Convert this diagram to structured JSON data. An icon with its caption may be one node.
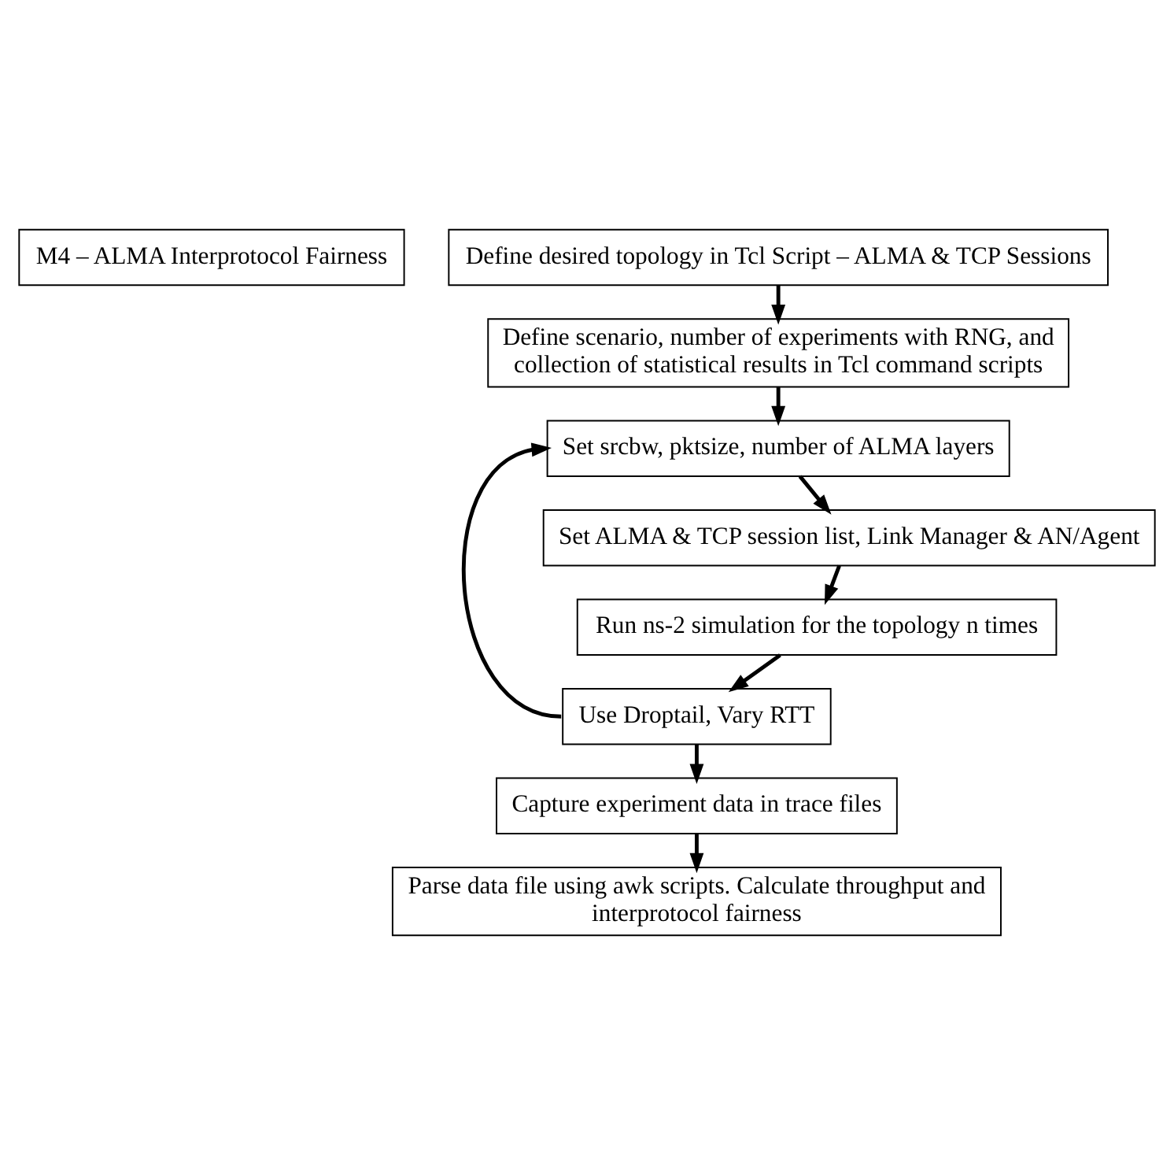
{
  "diagram": {
    "nodes": [
      {
        "text": [
          "M4 – ALMA Interprotocol Fairness"
        ]
      },
      {
        "text": [
          "Define desired topology in Tcl Script – ALMA & TCP Sessions"
        ]
      },
      {
        "text": [
          "Define scenario, number of experiments with RNG, and collection of statistical results in Tcl command scripts"
        ]
      },
      {
        "text": [
          "Set srcbw, pktsize, number of ALMA layers"
        ]
      },
      {
        "text": [
          "Set ALMA & TCP session list, Link Manager & AN/Agent"
        ]
      },
      {
        "text": [
          "Run ns-2 simulation for the topology n times"
        ]
      },
      {
        "text": [
          "Use Droptail, Vary RTT"
        ]
      },
      {
        "text": [
          "Capture experiment data in trace files"
        ]
      },
      {
        "text": [
          "Parse data file using awk scripts. Calculate throughput and interprotocol fairness"
        ]
      }
    ],
    "edges": [
      {
        "from": 1,
        "to": 2,
        "arrow": "to"
      },
      {
        "from": 2,
        "to": 3,
        "arrow": "to"
      },
      {
        "from": 3,
        "to": 4,
        "arrow": "to"
      },
      {
        "from": 4,
        "to": 5,
        "arrow": "to"
      },
      {
        "from": 5,
        "to": 6,
        "arrow": "to"
      },
      {
        "from": 6,
        "to": 7,
        "arrow": "to"
      },
      {
        "from": 7,
        "to": 8,
        "arrow": "to"
      },
      {
        "from": 6,
        "to": 3,
        "arrow": "to"
      }
    ]
  }
}
